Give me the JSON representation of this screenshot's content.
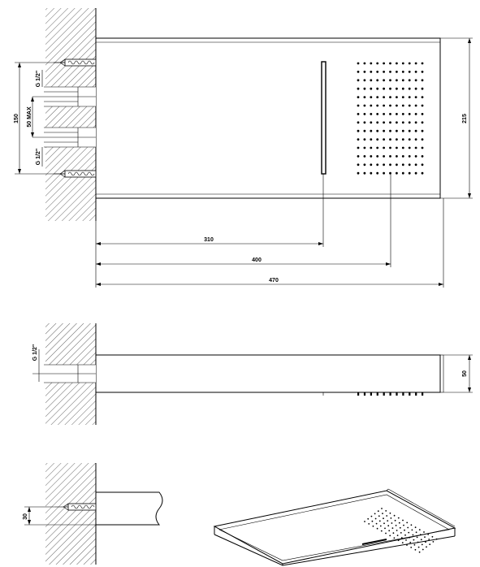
{
  "front_view": {
    "dim_length_310": "310",
    "dim_length_400": "400",
    "dim_length_470": "470",
    "dim_height": "215",
    "dim_left_150": "150",
    "dim_inlet_spacing": "50 MAX",
    "thread_top": "G 1/2\"",
    "thread_bottom": "G 1/2\""
  },
  "side_view": {
    "thread": "G 1/2\"",
    "dim_thickness": "50"
  },
  "bottom_view": {
    "dim_30": "30"
  },
  "colors": {
    "line": "#000000",
    "background": "#ffffff"
  }
}
